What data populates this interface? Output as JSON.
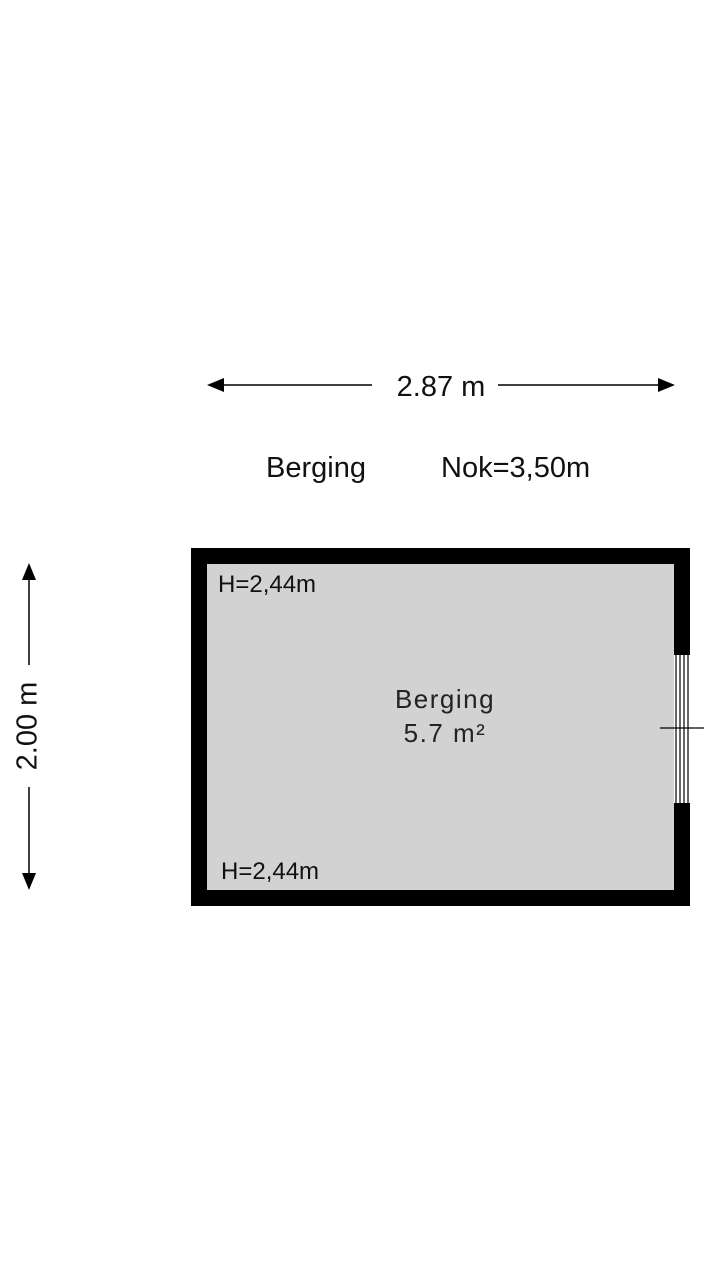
{
  "header": {
    "room_name": "Berging",
    "ridge_height": "Nok=3,50m"
  },
  "dimensions": {
    "width": "2.87 m",
    "depth": "2.00 m"
  },
  "room": {
    "name": "Berging",
    "area": "5.7 m²",
    "height_top": "H=2,44m",
    "height_bottom": "H=2,44m"
  },
  "colors": {
    "wall": "#000000",
    "floor": "#d2d2d2",
    "line": "#000000",
    "background": "#ffffff"
  }
}
